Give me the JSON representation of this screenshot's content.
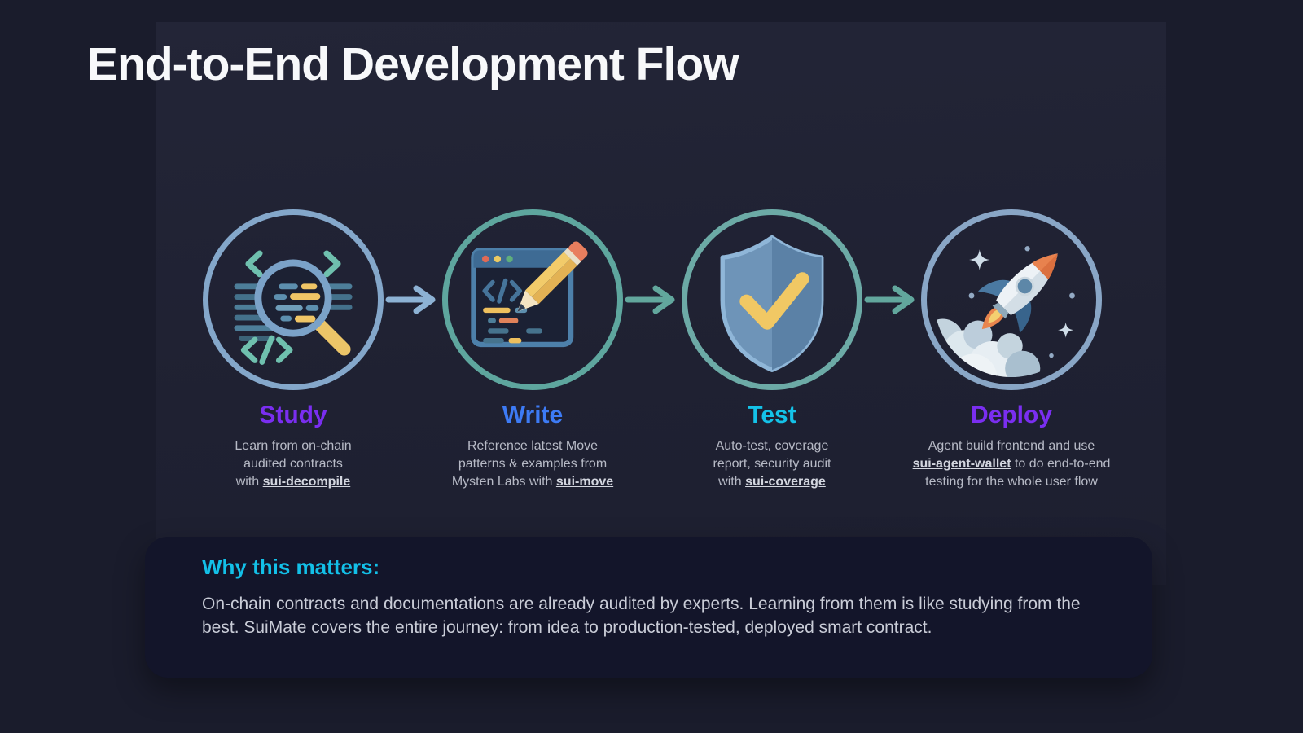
{
  "title": "End-to-End Development Flow",
  "colors": {
    "background": "#1a1c2c",
    "panel": "#212336",
    "card": "#13152a",
    "title_text": "#f7f8fa",
    "body_text": "#b7bac6",
    "accent_cyan": "#13c0e8"
  },
  "stages": [
    {
      "label": "Study",
      "label_color": "#7a2ef0",
      "ring_color": "#84a7ca",
      "icon": "magnifier-code-icon",
      "desc_lines": [
        [
          {
            "t": "Learn from on-chain"
          }
        ],
        [
          {
            "t": "audited contracts"
          }
        ],
        [
          {
            "t": "with "
          },
          {
            "t": "sui-decompile",
            "b": true
          }
        ]
      ]
    },
    {
      "label": "Write",
      "label_color": "#3d7bf5",
      "ring_color": "#5ea69e",
      "icon": "code-editor-pencil-icon",
      "desc_lines": [
        [
          {
            "t": "Reference latest Move"
          }
        ],
        [
          {
            "t": "patterns & examples from"
          }
        ],
        [
          {
            "t": "Mysten Labs with "
          },
          {
            "t": "sui-move",
            "b": true
          }
        ]
      ]
    },
    {
      "label": "Test",
      "label_color": "#14c2e8",
      "ring_color": "#6caaa6",
      "icon": "shield-check-icon",
      "desc_lines": [
        [
          {
            "t": "Auto-test, coverage"
          }
        ],
        [
          {
            "t": "report, security audit"
          }
        ],
        [
          {
            "t": "with "
          },
          {
            "t": "sui-coverage",
            "b": true
          }
        ]
      ]
    },
    {
      "label": "Deploy",
      "label_color": "#7a2ef0",
      "ring_color": "#89a6c6",
      "icon": "rocket-launch-icon",
      "desc_lines": [
        [
          {
            "t": "Agent build frontend and use"
          }
        ],
        [
          {
            "t": "sui-agent-wallet",
            "b": true
          },
          {
            "t": " to do end-to-end"
          }
        ],
        [
          {
            "t": "testing for the whole user flow"
          }
        ]
      ]
    }
  ],
  "arrows": [
    {
      "color": "#8db2d4"
    },
    {
      "color": "#62a79d"
    },
    {
      "color": "#62a79d"
    }
  ],
  "why": {
    "heading": "Why this matters:",
    "body": "On-chain contracts and documentations are already audited by experts. Learning from them is like studying from the best. SuiMate covers the entire journey: from idea to production-tested, deployed smart contract."
  }
}
